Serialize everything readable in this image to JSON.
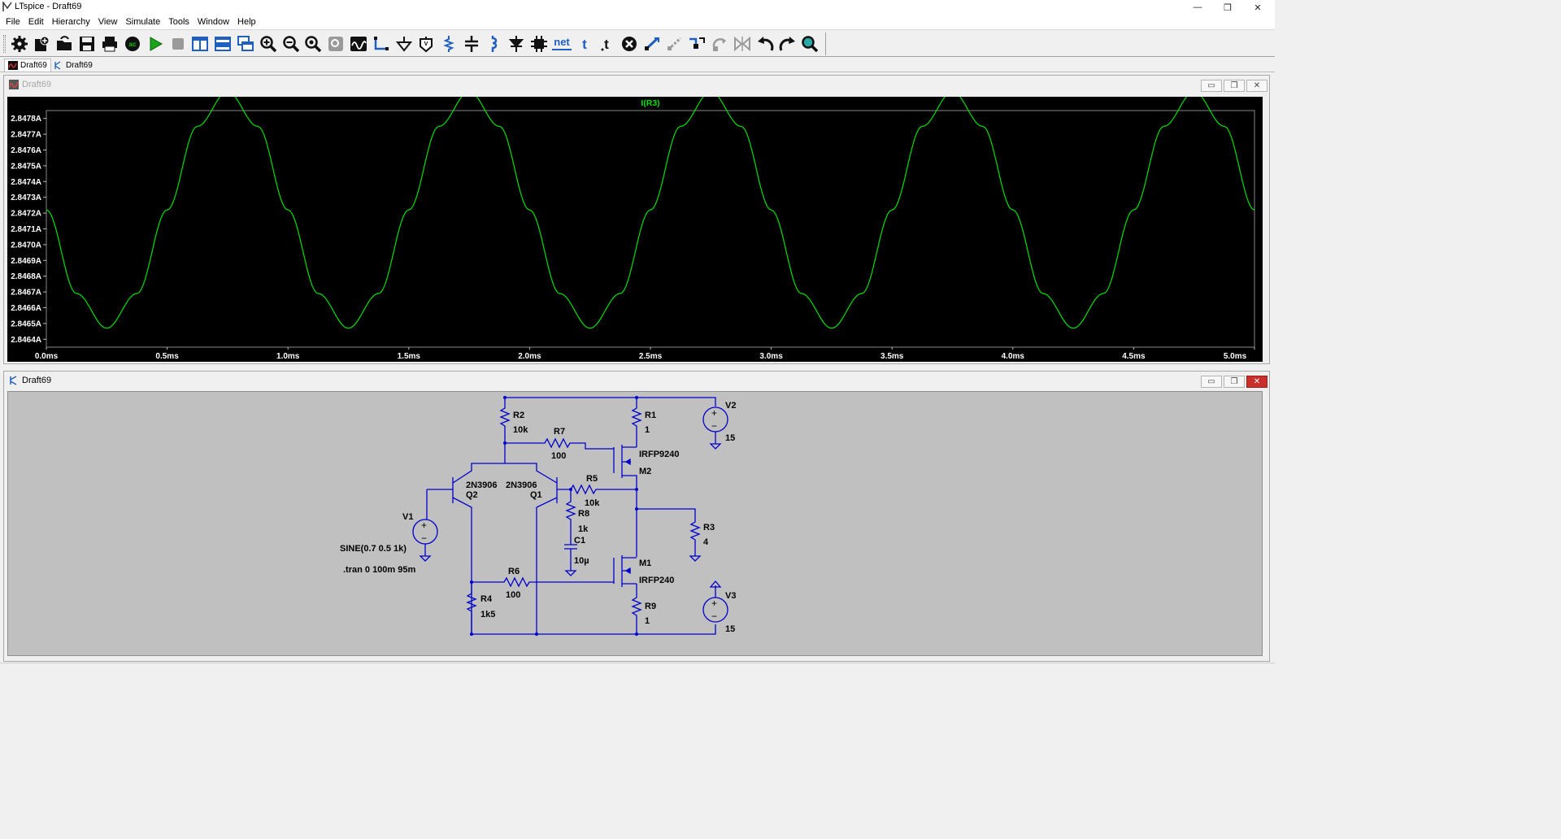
{
  "window": {
    "title": "LTspice - Draft69",
    "minimize_glyph": "—",
    "maximize_glyph": "❐",
    "close_glyph": "✕"
  },
  "menu": [
    "File",
    "Edit",
    "Hierarchy",
    "View",
    "Simulate",
    "Tools",
    "Window",
    "Help"
  ],
  "toolbar": {
    "net_label": "net",
    "text_label": "t",
    "icons": [
      "settings-icon",
      "new-schematic-icon",
      "open-icon",
      "save-icon",
      "print-icon",
      "ac-icon",
      "run-icon",
      "halt-icon",
      "tile-vertical-icon",
      "tile-horizontal-icon",
      "cascade-icon",
      "zoom-in-icon",
      "zoom-out-icon",
      "zoom-fit-icon",
      "zoom-extent-icon",
      "autorange-icon",
      "wire-icon",
      "ground-icon",
      "label-net-icon",
      "resistor-icon",
      "capacitor-icon",
      "inductor-icon",
      "diode-icon",
      "component-icon",
      "net-name-icon",
      "text-icon",
      "spice-directive-icon",
      "delete-icon",
      "duplicate-icon",
      "move-icon",
      "drag-icon",
      "rotate-icon",
      "mirror-icon",
      "undo-icon",
      "redo-icon",
      "find-icon"
    ]
  },
  "tabs": [
    {
      "label": "Draft69",
      "icon": "waveform-icon"
    },
    {
      "label": "Draft69",
      "icon": "schematic-icon"
    }
  ],
  "plot_window": {
    "title": "Draft69",
    "trace_label": "I(R3)",
    "trace_color": "#00e000",
    "background": "#000000"
  },
  "schematic_window": {
    "title": "Draft69",
    "wire_color": "#0000cc",
    "background": "#c0c0c0",
    "components": {
      "r1": {
        "name": "R1",
        "value": "1"
      },
      "r2": {
        "name": "R2",
        "value": "10k"
      },
      "r3": {
        "name": "R3",
        "value": "4"
      },
      "r4": {
        "name": "R4",
        "value": "1k5"
      },
      "r5": {
        "name": "R5",
        "value": "10k"
      },
      "r6": {
        "name": "R6",
        "value": "100"
      },
      "r7": {
        "name": "R7",
        "value": "100"
      },
      "r8": {
        "name": "R8",
        "value": "1k"
      },
      "r9": {
        "name": "R9",
        "value": "1"
      },
      "c1": {
        "name": "C1",
        "value": "10µ"
      },
      "q1": {
        "name": "Q1",
        "model": "2N3906"
      },
      "q2": {
        "name": "Q2",
        "model": "2N3906"
      },
      "m1": {
        "name": "M1",
        "model": "IRFP240"
      },
      "m2": {
        "name": "M2",
        "model": "IRFP9240"
      },
      "v1": {
        "name": "V1",
        "value": "SINE(0.7 0.5 1k)"
      },
      "v2": {
        "name": "V2",
        "value": "15"
      },
      "v3": {
        "name": "V3",
        "value": "15"
      }
    },
    "directive": ".tran 0 100m 95m"
  },
  "chart_data": {
    "type": "line",
    "title": "I(R3)",
    "xlabel": "",
    "ylabel": "",
    "xlim": [
      0.0,
      5.0
    ],
    "ylim": [
      2.84635,
      2.84785
    ],
    "x_ticks": [
      "0.0ms",
      "0.5ms",
      "1.0ms",
      "1.5ms",
      "2.0ms",
      "2.5ms",
      "3.0ms",
      "3.5ms",
      "4.0ms",
      "4.5ms",
      "5.0ms"
    ],
    "y_ticks": [
      "2.8478A",
      "2.8477A",
      "2.8476A",
      "2.8475A",
      "2.8474A",
      "2.8473A",
      "2.8472A",
      "2.8471A",
      "2.8470A",
      "2.8469A",
      "2.8468A",
      "2.8467A",
      "2.8466A",
      "2.8465A",
      "2.8464A"
    ],
    "y_tick_values": [
      2.8478,
      2.8477,
      2.8476,
      2.8475,
      2.8474,
      2.8473,
      2.8472,
      2.8471,
      2.847,
      2.8469,
      2.8468,
      2.8467,
      2.8466,
      2.8465,
      2.8464
    ],
    "grid": false,
    "series": [
      {
        "name": "I(R3)",
        "x": [
          0.0,
          0.125,
          0.25,
          0.375,
          0.5,
          0.625,
          0.75,
          0.875,
          1.0,
          1.125,
          1.25,
          1.375,
          1.5,
          1.625,
          1.75,
          1.875,
          2.0,
          2.125,
          2.25,
          2.375,
          2.5,
          2.625,
          2.75,
          2.875,
          3.0,
          3.125,
          3.25,
          3.375,
          3.5,
          3.625,
          3.75,
          3.875,
          4.0,
          4.125,
          4.25,
          4.375,
          4.5,
          4.625,
          4.75,
          4.875,
          5.0
        ],
        "y": [
          2.84722,
          2.84669,
          2.84647,
          2.84669,
          2.84722,
          2.84775,
          2.84797,
          2.84775,
          2.84722,
          2.84669,
          2.84647,
          2.84669,
          2.84722,
          2.84775,
          2.84797,
          2.84775,
          2.84722,
          2.84669,
          2.84647,
          2.84669,
          2.84722,
          2.84775,
          2.84797,
          2.84775,
          2.84722,
          2.84669,
          2.84647,
          2.84669,
          2.84722,
          2.84775,
          2.84797,
          2.84775,
          2.84722,
          2.84669,
          2.84647,
          2.84669,
          2.84722,
          2.84775,
          2.84797,
          2.84775,
          2.84722
        ]
      }
    ]
  }
}
